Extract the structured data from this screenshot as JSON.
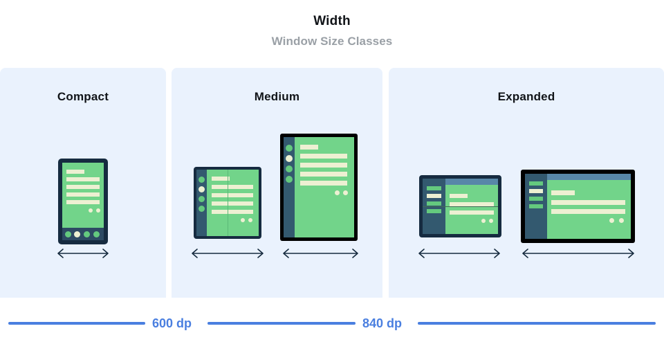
{
  "header": {
    "title": "Width",
    "subtitle": "Window Size Classes"
  },
  "colors": {
    "panel_background": "#eaf2fd",
    "page_background": "#ffffff",
    "title": "#111418",
    "subtitle": "#9aa0a6",
    "accent_blue": "#4a7fe0",
    "device_frame_navy": "#162b40",
    "device_frame_black": "#000000",
    "screen_green": "#72d48a",
    "rail_slate": "#33596f",
    "content_cream": "#edf0d2",
    "topbar_blue": "#5887a8",
    "navbar_navy": "#2d4a63",
    "arrow": "#152a3e"
  },
  "panels": [
    {
      "id": "compact",
      "label": "Compact",
      "devices": [
        {
          "name": "phone",
          "type": "phone-portrait",
          "frame": "navy",
          "content_bars": 5,
          "content_dots": 2,
          "nav_dots": 4,
          "nav_active_index": 1
        }
      ],
      "arrows": 1
    },
    {
      "id": "medium",
      "label": "Medium",
      "devices": [
        {
          "name": "foldable-portrait",
          "type": "foldable-portrait",
          "frame": "navy",
          "rail_dots": 4,
          "rail_active_index": 1,
          "content_bars": 5,
          "content_dots": 2,
          "fold": "vertical"
        },
        {
          "name": "tablet-portrait",
          "type": "tablet-portrait",
          "frame": "black",
          "rail_dots": 4,
          "rail_active_index": 1,
          "content_bars": 5,
          "content_dots": 2
        }
      ],
      "arrows": 2
    },
    {
      "id": "expanded",
      "label": "Expanded",
      "devices": [
        {
          "name": "foldable-landscape",
          "type": "foldable-landscape",
          "frame": "navy",
          "rail_bars": 4,
          "rail_active_index": 1,
          "content_bars": 3,
          "content_dots": 2,
          "fold": "horizontal",
          "has_topbar": true
        },
        {
          "name": "tablet-landscape",
          "type": "tablet-landscape",
          "frame": "black",
          "rail_bars": 4,
          "rail_active_index": 1,
          "content_bars": 3,
          "content_dots": 2,
          "has_topbar": true
        }
      ],
      "arrows": 2
    }
  ],
  "scale": {
    "breakpoints": [
      {
        "label": "600 dp"
      },
      {
        "label": "840 dp"
      }
    ]
  }
}
